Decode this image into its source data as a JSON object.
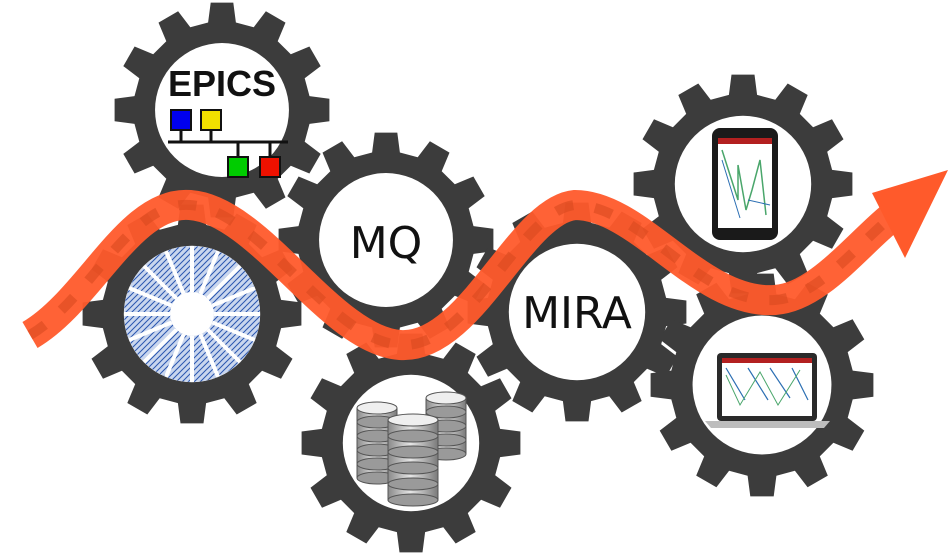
{
  "diagram": {
    "colors": {
      "gear": "#3c3c3c",
      "gear_inner": "#ffffff",
      "flow_arrow": "#ff5a2b",
      "flow_arrow_dark": "#dd4420"
    },
    "nodes": [
      {
        "id": "epics",
        "label": "EPICS",
        "icon": "epics-network-logo"
      },
      {
        "id": "detector",
        "label": "",
        "icon": "detector-rings-image"
      },
      {
        "id": "mq",
        "label": "MQ",
        "icon": ""
      },
      {
        "id": "database",
        "label": "",
        "icon": "database-stack-icon"
      },
      {
        "id": "mira",
        "label": "MIRA",
        "icon": ""
      },
      {
        "id": "phone",
        "label": "",
        "icon": "smartphone-chart-icon"
      },
      {
        "id": "laptop",
        "label": "",
        "icon": "laptop-chart-icon"
      }
    ]
  }
}
